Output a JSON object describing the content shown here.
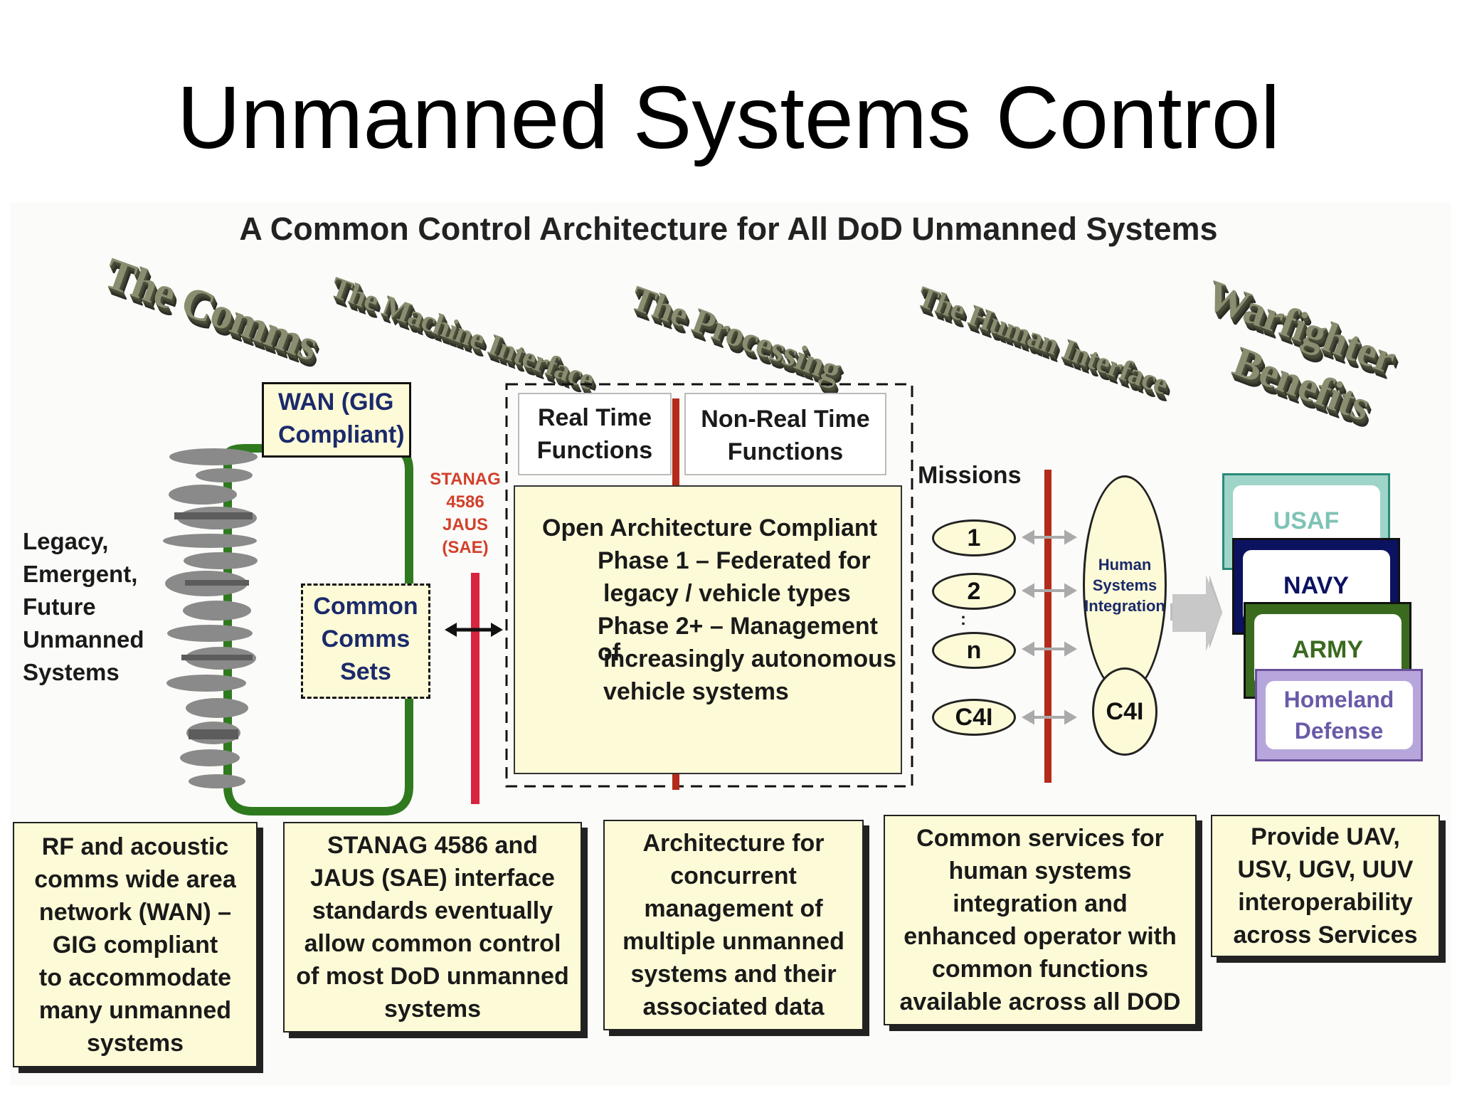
{
  "slide_title": "Unmanned Systems Control",
  "diagram_title": "A Common Control Architecture for All DoD Unmanned Systems",
  "headers": {
    "comms": "The Comms",
    "machine": "The Machine Interface",
    "processing": "The Processing",
    "human": "The Human Interface",
    "warfighter_1": "Warfighter",
    "warfighter_2": "Benefits"
  },
  "wan_box": "WAN (GIG\nCompliant)",
  "legacy_label": "Legacy,\nEmergent,\nFuture\nUnmanned\nSystems",
  "common_comms": "Common\nComms\nSets",
  "stanag_label": "STANAG\n4586\nJAUS\n(SAE)",
  "real_time": "Real  Time\nFunctions",
  "non_real_time": "Non-Real  Time\nFunctions",
  "open_arch": {
    "line1": "Open Architecture Compliant",
    "line2": "Phase 1 – Federated for",
    "line3": "legacy / vehicle types",
    "line4": "Phase 2+ – Management of",
    "line5": "increasingly autonomous",
    "line6": "vehicle systems"
  },
  "missions_label": "Missions",
  "missions": [
    "1",
    "2",
    "n",
    "C4I"
  ],
  "ellipsis_mark": ":",
  "human_systems": "Human\nSystems\nIntegration",
  "c4i_label": "C4I",
  "services": [
    "USAF",
    "NAVY",
    "ARMY",
    "Homeland\nDefense"
  ],
  "colors": {
    "service_frames": [
      "#2a8a7a",
      "#0b1260",
      "#3a6a1e",
      "#6a4f9a"
    ],
    "service_text": [
      "#7fc2b6",
      "#0b1260",
      "#3a6a1e",
      "#6a5aa8"
    ],
    "red_bar": "#b32b1a",
    "green_loop": "#2f7a1f"
  },
  "bottom_boxes": [
    "RF and acoustic\ncomms wide area\nnetwork (WAN) –\nGIG compliant\nto accommodate\nmany unmanned\nsystems",
    "STANAG 4586 and\nJAUS (SAE) interface\nstandards eventually\nallow common control\nof most DoD unmanned\nsystems",
    "Architecture for\nconcurrent\nmanagement of\nmultiple unmanned\nsystems and their\nassociated data",
    "Common services for\nhuman systems\nintegration and\nenhanced operator with\ncommon functions\navailable across all DOD",
    "Provide UAV,\nUSV, UGV, UUV\ninteroperability\nacross Services"
  ]
}
